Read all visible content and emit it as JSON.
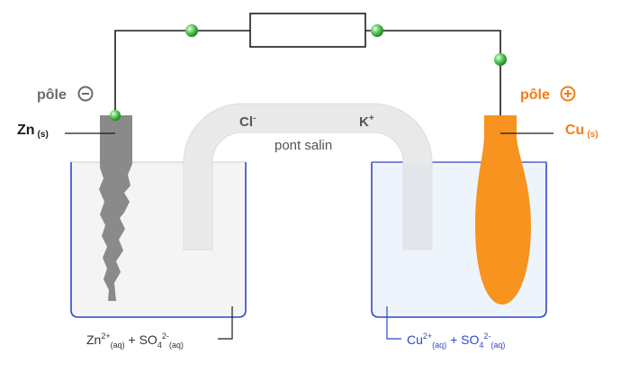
{
  "labels": {
    "pole_neg": {
      "text": "pôle",
      "symbol": "−"
    },
    "pole_pos": {
      "text": "pôle",
      "symbol": "+"
    },
    "zn": {
      "base": "Zn",
      "state": "(s)"
    },
    "cu": {
      "base": "Cu",
      "state": "(s)"
    },
    "cl": {
      "base": "Cl",
      "charge": "-"
    },
    "k": {
      "base": "K",
      "charge": "+"
    },
    "salt_bridge": "pont salin",
    "zn_solution": {
      "ion1": "Zn",
      "ion1_charge": "2+",
      "ion1_state": "(aq)",
      "plus": " + ",
      "ion2": "SO",
      "ion2_sub": "4",
      "ion2_charge": "2-",
      "ion2_state": "(aq)"
    },
    "cu_solution": {
      "ion1": "Cu",
      "ion1_charge": "2+",
      "ion1_state": "(aq)",
      "plus": " + ",
      "ion2": "SO",
      "ion2_sub": "4",
      "ion2_charge": "2-",
      "ion2_state": "(aq)"
    }
  },
  "colors": {
    "wire": "#1a1a1a",
    "beaker": "#2f47c8",
    "zinc": "#8a8a8a",
    "copper": "#f7931e",
    "copper_label": "#f07d1a",
    "neg_label": "#6b6b6b",
    "bridge": "#e8e8e8",
    "solution_left": "#f4f4f4",
    "solution_right": "#eef4fb",
    "node": "#3cb043"
  }
}
